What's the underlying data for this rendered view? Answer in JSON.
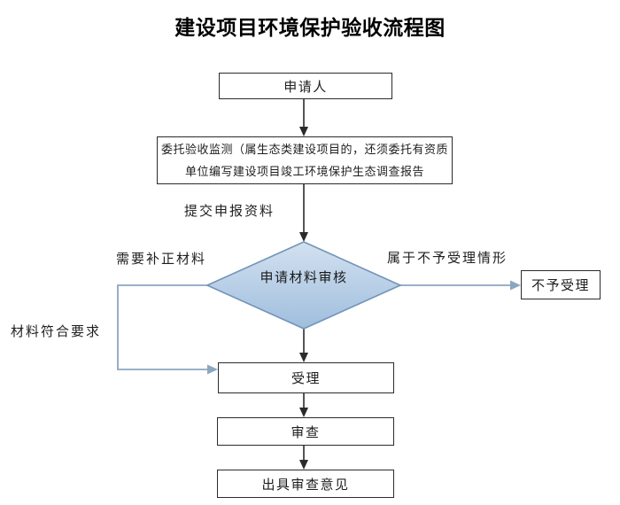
{
  "title": "建设项目环境保护验收流程图",
  "nodes": {
    "applicant": "申请人",
    "commission": {
      "line1": "委托验收监测（属生态类建设项目的，还须委托有资质",
      "line2": "单位编写建设项目竣工环境保护生态调查报告"
    },
    "review": "申请材料审核",
    "reject": "不予受理",
    "accept": "受理",
    "examine": "审查",
    "opinion": "出具审查意见"
  },
  "edge_labels": {
    "submit": "提交申报资料",
    "need_supplement": "需要补正材料",
    "materials_ok": "材料符合要求",
    "not_acceptable": "属于不予受理情形"
  },
  "colors": {
    "line_black": "#2b2b2b",
    "line_blue": "#8ba6c1",
    "diamond_fill_top": "#d3e1f0",
    "diamond_fill_bottom": "#9fbedd",
    "diamond_border": "#7293b8",
    "box_border": "#2b2b2b",
    "background": "#ffffff"
  }
}
